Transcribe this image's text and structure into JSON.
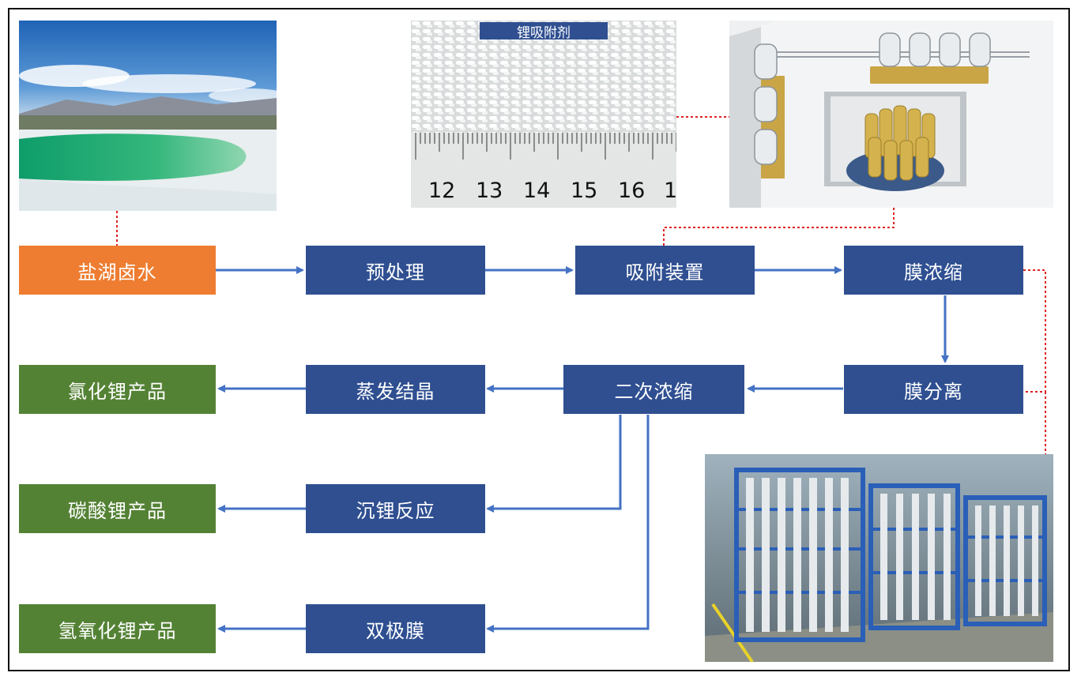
{
  "nodes": {
    "brine": "盐湖卤水",
    "pretreat": "预处理",
    "adsorb": "吸附装置",
    "membrane_conc": "膜浓缩",
    "membrane_sep": "膜分离",
    "secondary_conc": "二次浓缩",
    "evap_cryst": "蒸发结晶",
    "li_precip": "沉锂反应",
    "bipolar": "双极膜",
    "licl_product": "氯化锂产品",
    "li2co3_product": "碳酸锂产品",
    "lioh_product": "氢氧化锂产品"
  },
  "adsorbent_photo": {
    "caption": "锂吸附剂",
    "ruler_ticks": [
      "12",
      "13",
      "14",
      "15",
      "16",
      "1"
    ]
  },
  "colors": {
    "process_box": "#2f4f91",
    "source_box": "#ee7d31",
    "product_box": "#548235",
    "arrow": "#4472c4",
    "dotted_link": "#e02020"
  }
}
